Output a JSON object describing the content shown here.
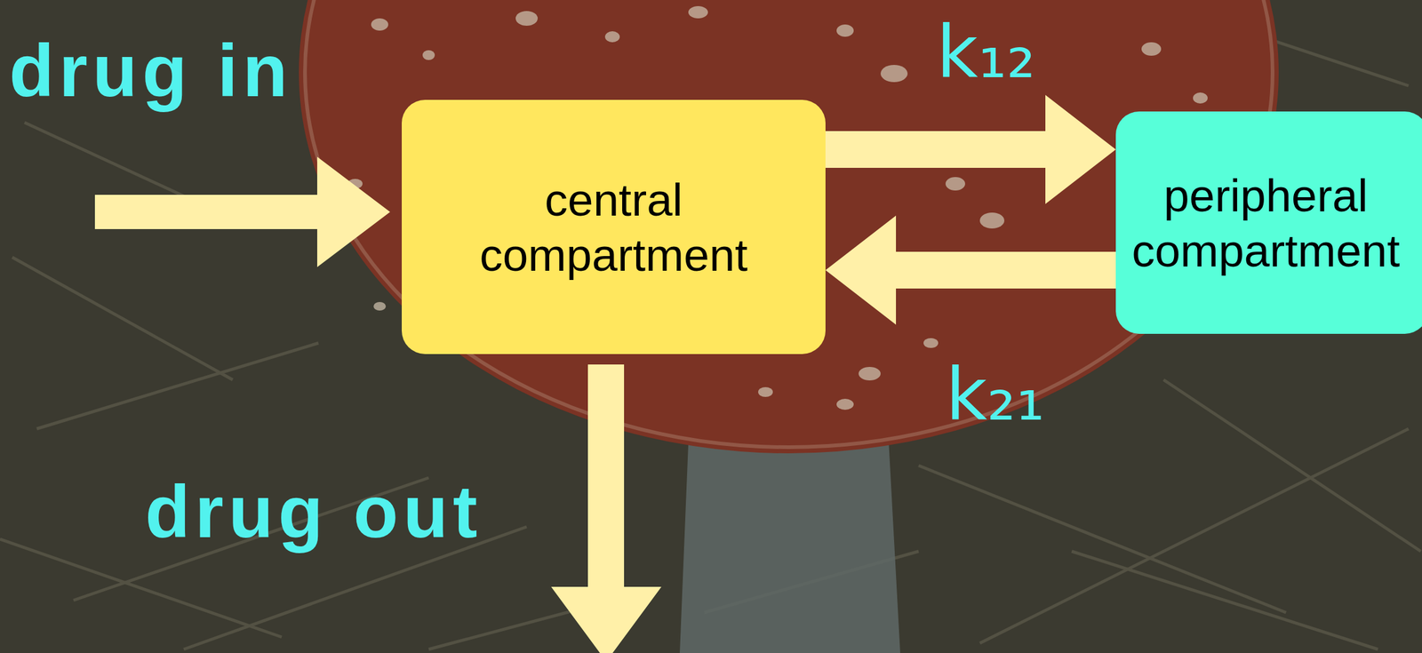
{
  "diagram": {
    "nodes": [
      {
        "text": [
          "central compartment"
        ]
      },
      {
        "text": [
          "peripheral compartment"
        ]
      }
    ],
    "edges": [
      {
        "from": 0,
        "to": 1,
        "arrow": "to",
        "label": "k₁₂"
      },
      {
        "from": 1,
        "to": 0,
        "arrow": "to",
        "label": "k₂₁"
      }
    ],
    "labels": [
      "drug in",
      "drug out"
    ]
  }
}
